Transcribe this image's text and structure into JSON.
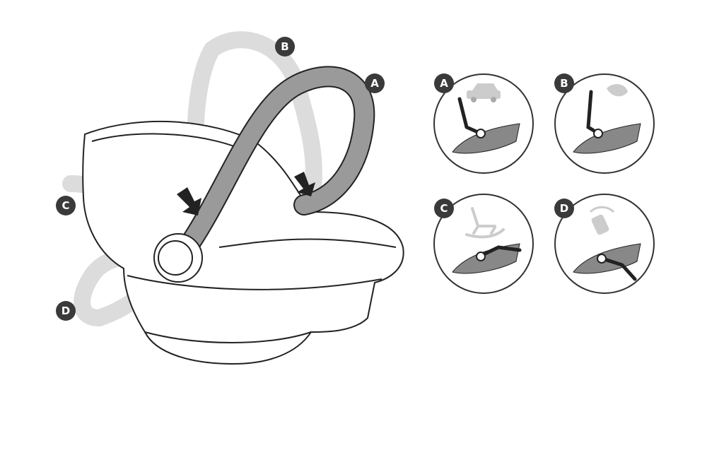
{
  "main_illustration": {
    "handle_positions": [
      {
        "label": "A",
        "state": "active"
      },
      {
        "label": "B",
        "state": "faded"
      },
      {
        "label": "C",
        "state": "faded"
      },
      {
        "label": "D",
        "state": "faded"
      }
    ]
  },
  "position_panels": [
    {
      "label": "A",
      "icon": "car-icon"
    },
    {
      "label": "B",
      "icon": "hand-carry-icon"
    },
    {
      "label": "C",
      "icon": "rocking-chair-icon"
    },
    {
      "label": "D",
      "icon": "feeding-bottle-icon"
    }
  ],
  "colors": {
    "handle_active": "#9a9a9a",
    "handle_faded": "#dcdcdc",
    "marker": "#3a3a3a",
    "outline": "#222222"
  }
}
